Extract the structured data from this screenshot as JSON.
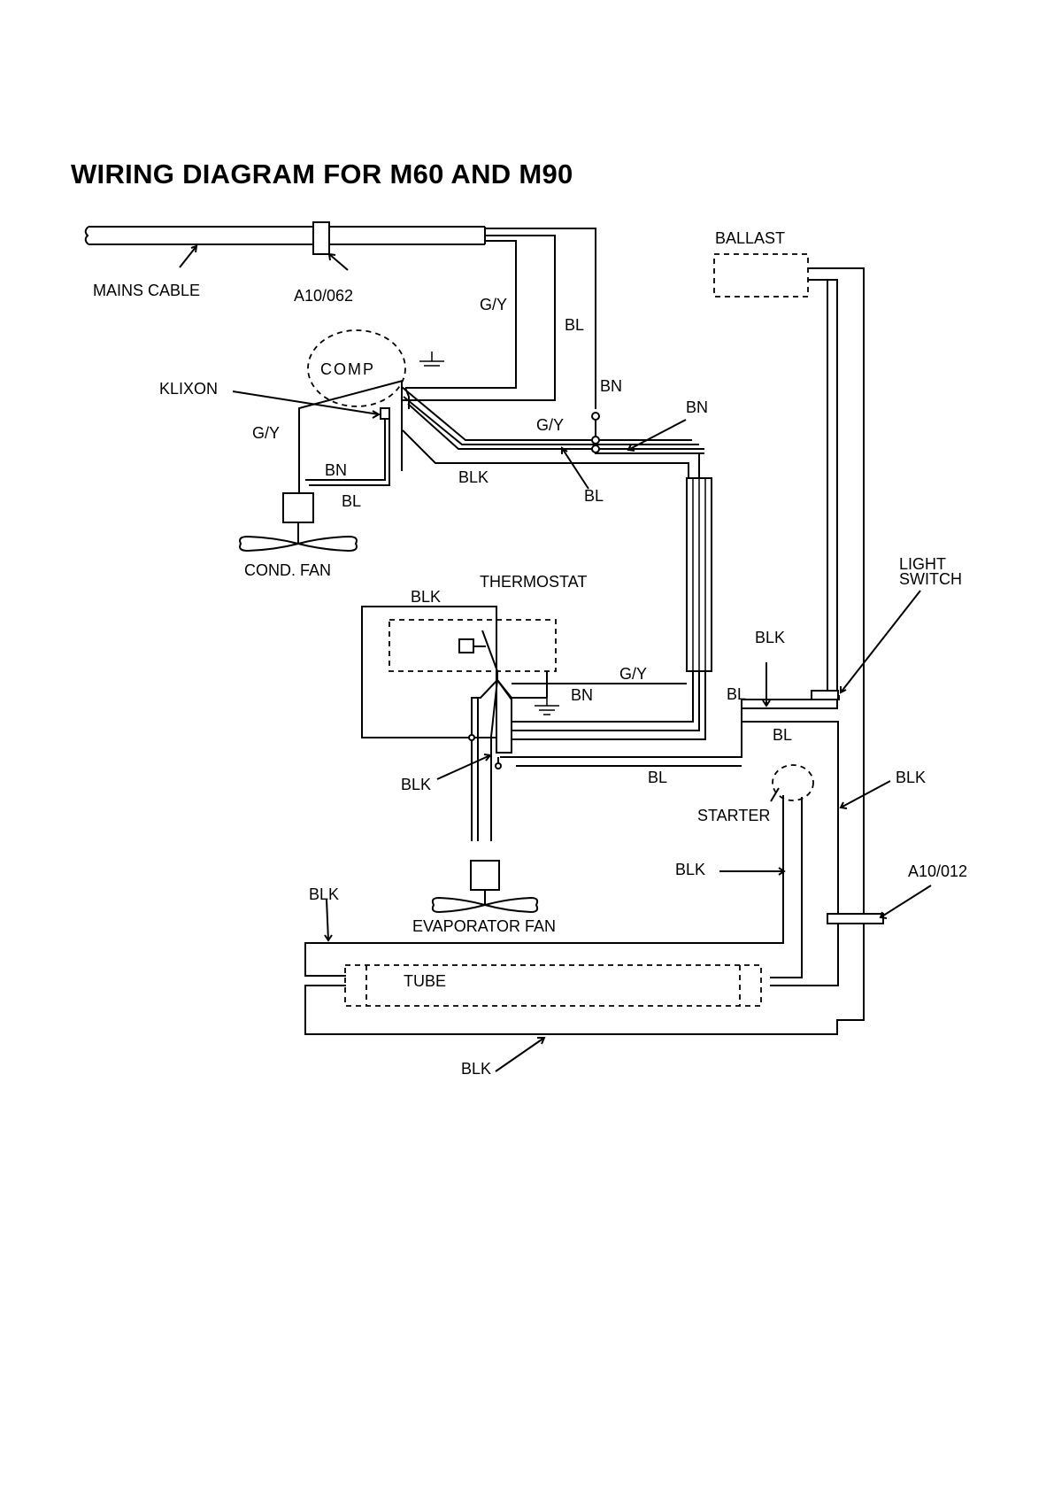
{
  "title": "WIRING DIAGRAM FOR M60 AND M90",
  "components": {
    "mains_cable": "MAINS CABLE",
    "cable_clamp_top": "A10/062",
    "ballast": "BALLAST",
    "comp": "COMP",
    "klixon": "KLIXON",
    "cond_fan": "COND. FAN",
    "thermostat": "THERMOSTAT",
    "light_switch_line1": "LIGHT",
    "light_switch_line2": "SWITCH",
    "starter": "STARTER",
    "cable_clamp_bottom": "A10/012",
    "evaporator_fan": "EVAPORATOR FAN",
    "tube": "TUBE"
  },
  "wire_labels": {
    "gy_mains": "G/Y",
    "bl_mains": "BL",
    "bn_mains": "BN",
    "bn_right": "BN",
    "gy_mid": "G/Y",
    "bl_mid": "BL",
    "blk_mid": "BLK",
    "gy_cond": "G/Y",
    "bn_cond": "BN",
    "bl_cond": "BL",
    "blk_thermo": "BLK",
    "gy_thermo": "G/Y",
    "bn_thermo": "BN",
    "blk_switch": "BLK",
    "bl_switch": "BL",
    "bl_switch_lower": "BL",
    "bl_lower": "BL",
    "blk_evap": "BLK",
    "blk_right": "BLK",
    "blk_starter": "BLK",
    "blk_tube_left": "BLK",
    "blk_bottom": "BLK"
  }
}
